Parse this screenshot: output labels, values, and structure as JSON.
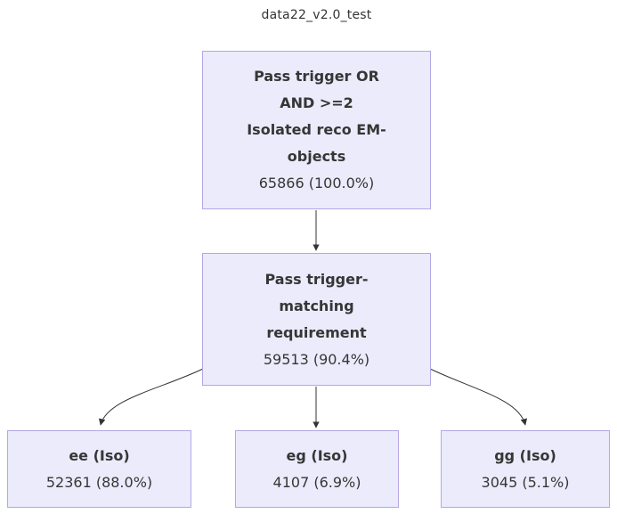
{
  "title": "data22_v2.0_test",
  "nodes": {
    "root": {
      "label": "Pass trigger OR\nAND >=2\nIsolated reco EM-\nobjects",
      "count": "65866 (100.0%)"
    },
    "match": {
      "label": "Pass trigger-\nmatching\nrequirement",
      "count": "59513 (90.4%)"
    },
    "ee": {
      "label": "ee (Iso)",
      "count": "52361 (88.0%)"
    },
    "eg": {
      "label": "eg (Iso)",
      "count": "4107 (6.9%)"
    },
    "gg": {
      "label": "gg (Iso)",
      "count": "3045 (5.1%)"
    }
  },
  "colors": {
    "node_fill": "#ebebfc",
    "node_border": "#b4a7e5",
    "edge": "#333333",
    "text": "#363636"
  }
}
